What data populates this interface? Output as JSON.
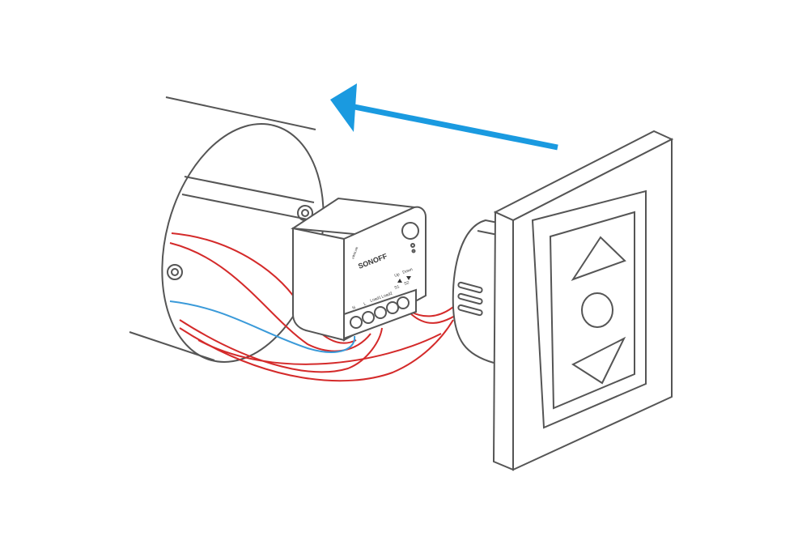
{
  "colors": {
    "outline": "#555555",
    "arrow": "#1a9ae0",
    "live_wire": "#d42a2a",
    "neutral_wire": "#3a9ad9",
    "background": "#ffffff"
  },
  "module": {
    "brand_small": "eWeLink",
    "brand": "SONOFF",
    "terminal_labels": [
      "N",
      "L",
      "Load1",
      "Load2"
    ],
    "up_label": "Up",
    "up_terminal": "S1",
    "down_label": "Down",
    "down_terminal": "S2",
    "up_icon": "triangle-up-icon",
    "down_icon": "triangle-down-icon"
  },
  "wall_switch": {
    "buttons": [
      "triangle-up-icon",
      "circle-icon",
      "triangle-down-icon"
    ]
  },
  "arrow": {
    "direction": "left",
    "meaning": "insert"
  }
}
